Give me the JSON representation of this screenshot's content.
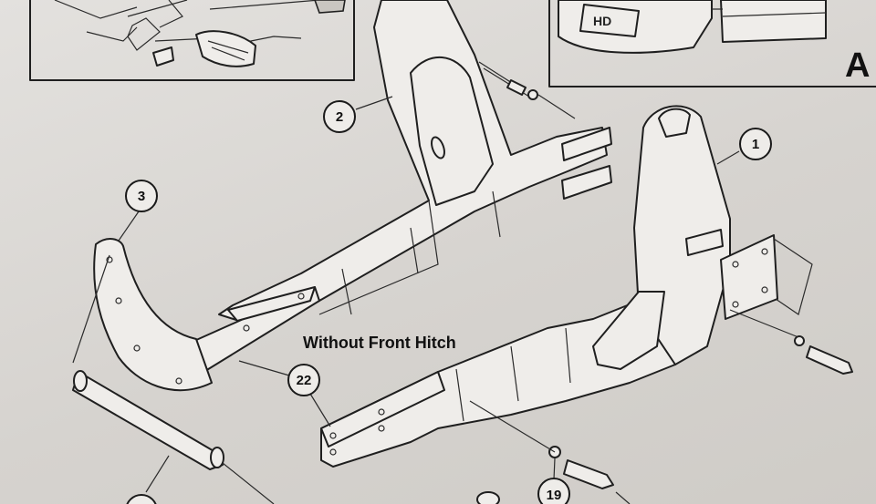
{
  "callouts": {
    "frame_right": "1",
    "frame_left": "2",
    "bracket": "3",
    "plates": "22",
    "washer": "19"
  },
  "caption": "Without Front Hitch",
  "view_letter": "A",
  "inset_label": "HD",
  "colors": {
    "paper": "#e3e1de",
    "ink": "#1f1f1f"
  }
}
